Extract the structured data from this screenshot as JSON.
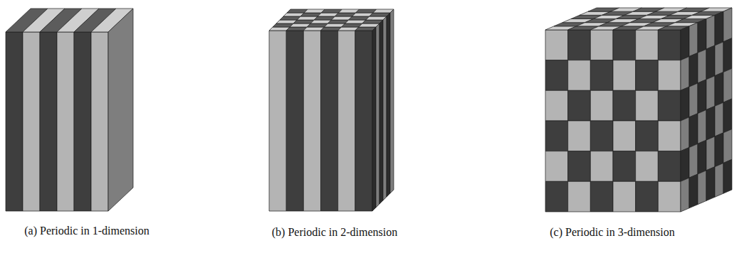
{
  "diagram": {
    "labels": [
      "(a) Periodic in 1-dimension",
      "(b) Periodic in 2-dimension",
      "(c) Periodic in 3-dimension"
    ]
  }
}
